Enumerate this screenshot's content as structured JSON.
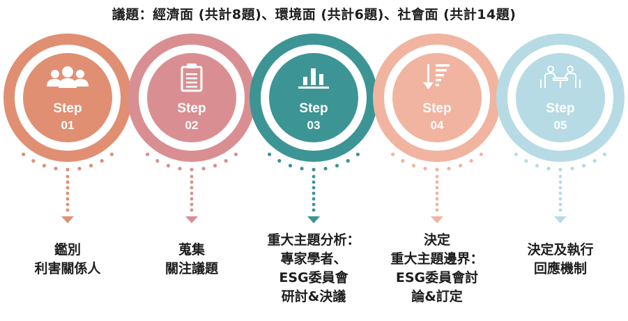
{
  "title": "議題：經濟面 (共計8題)、環境面 (共計6題)、社會面 (共計14題)",
  "steps": [
    {
      "step_label": "Step",
      "number": "01",
      "icon": "people-group-icon",
      "color": "#e08f73",
      "description": [
        "鑑別",
        "利害關係人"
      ]
    },
    {
      "step_label": "Step",
      "number": "02",
      "icon": "clipboard-icon",
      "color": "#d98f92",
      "description": [
        "蒐集",
        "關注議題"
      ]
    },
    {
      "step_label": "Step",
      "number": "03",
      "icon": "bar-chart-icon",
      "color": "#3d9495",
      "description": [
        "重大主題分析：",
        "專家學者、",
        "ESG委員會",
        "研討&決議"
      ]
    },
    {
      "step_label": "Step",
      "number": "04",
      "icon": "sort-descending-icon",
      "color": "#f1b4a0",
      "description": [
        "決定",
        "重大主題邊界：",
        "ESG委員會討",
        "論&訂定"
      ]
    },
    {
      "step_label": "Step",
      "number": "05",
      "icon": "meeting-table-icon",
      "color": "#b6dbe5",
      "description": [
        "決定及執行",
        "回應機制"
      ]
    }
  ]
}
